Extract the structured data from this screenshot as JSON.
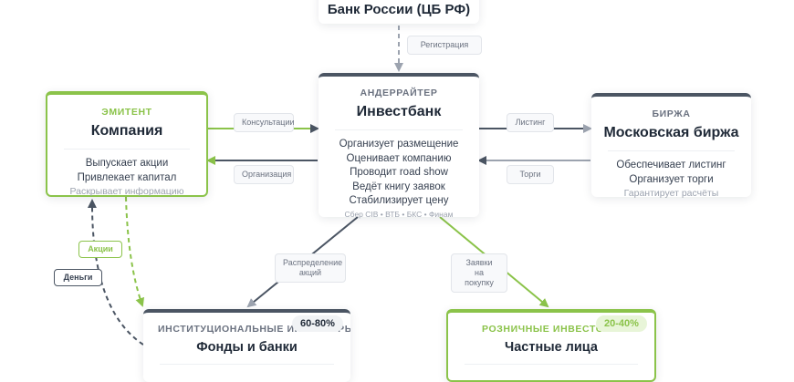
{
  "colors": {
    "green": "#8bc34a",
    "dark": "#4b5563",
    "gray": "#9ca3af"
  },
  "nodes": {
    "regulator": {
      "title": "Банк России (ЦБ РФ)"
    },
    "underwriter": {
      "kicker": "АНДЕРРАЙТЕР",
      "title": "Инвестбанк",
      "lines": [
        "Организует размещение",
        "Оценивает компанию",
        "Проводит road show",
        "Ведёт книгу заявок",
        "Стабилизирует цену"
      ],
      "footnote": "Сбер CIB • ВТБ • БКС • Финам"
    },
    "issuer": {
      "kicker": "ЭМИТЕНТ",
      "title": "Компания",
      "lines": [
        "Выпускает акции",
        "Привлекает капитал"
      ],
      "muted": "Раскрывает информацию"
    },
    "exchange": {
      "kicker": "БИРЖА",
      "title": "Московская биржа",
      "lines": [
        "Обеспечивает листинг",
        "Организует торги"
      ],
      "muted": "Гарантирует расчёты"
    },
    "institutional": {
      "kicker": "ИНСТИТУЦИОНАЛЬНЫЕ ИНВЕСТОРЫ",
      "title": "Фонды и банки",
      "share": "60-80%"
    },
    "retail": {
      "kicker": "РОЗНИЧНЫЕ ИНВЕСТОРЫ",
      "title": "Частные лица",
      "share": "20-40%"
    }
  },
  "edges": {
    "registration": "Регистрация",
    "consulting": "Консультации",
    "organization": "Организация",
    "listing": "Листинг",
    "trading": "Торги",
    "distribution": [
      "Распределение",
      "акций"
    ],
    "orders": [
      "Заявки",
      "на покупку"
    ],
    "shares": "Акции",
    "money": "Деньги"
  }
}
